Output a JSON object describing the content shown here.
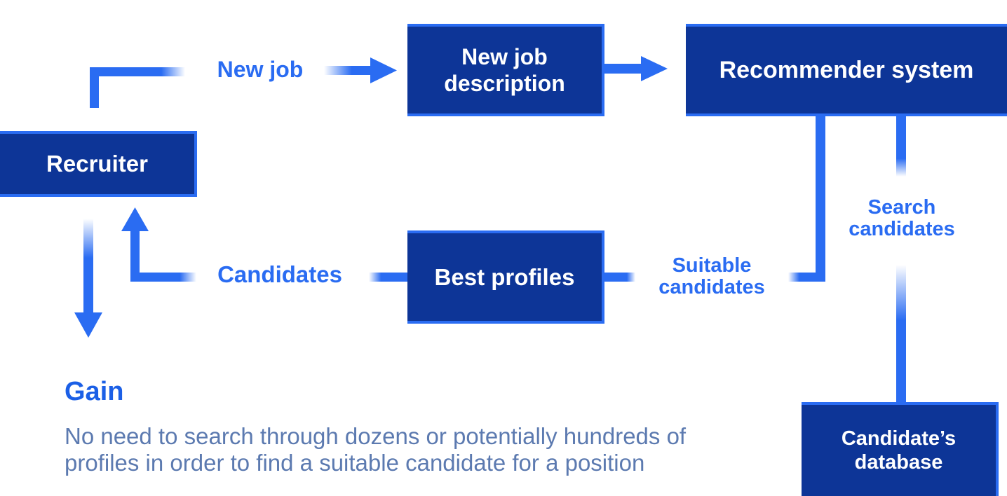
{
  "nodes": {
    "recruiter": "Recruiter",
    "new_job_description": "New job\ndescription",
    "recommender_system": "Recommender system",
    "best_profiles": "Best profiles",
    "candidates_database": "Candidate’s\ndatabase"
  },
  "edges": {
    "new_job": "New job",
    "candidates": "Candidates",
    "suitable_candidates": "Suitable\ncandidates",
    "search_candidates": "Search\ncandidates"
  },
  "gain": {
    "title": "Gain",
    "text": "No need to search through dozens or potentially hundreds of profiles in order to find a suitable candidate for a position"
  },
  "colors": {
    "box_fill": "#0d3597",
    "accent": "#2a6cf2",
    "gain_title": "#1b5fe6",
    "gain_text": "#5c7ab0"
  }
}
